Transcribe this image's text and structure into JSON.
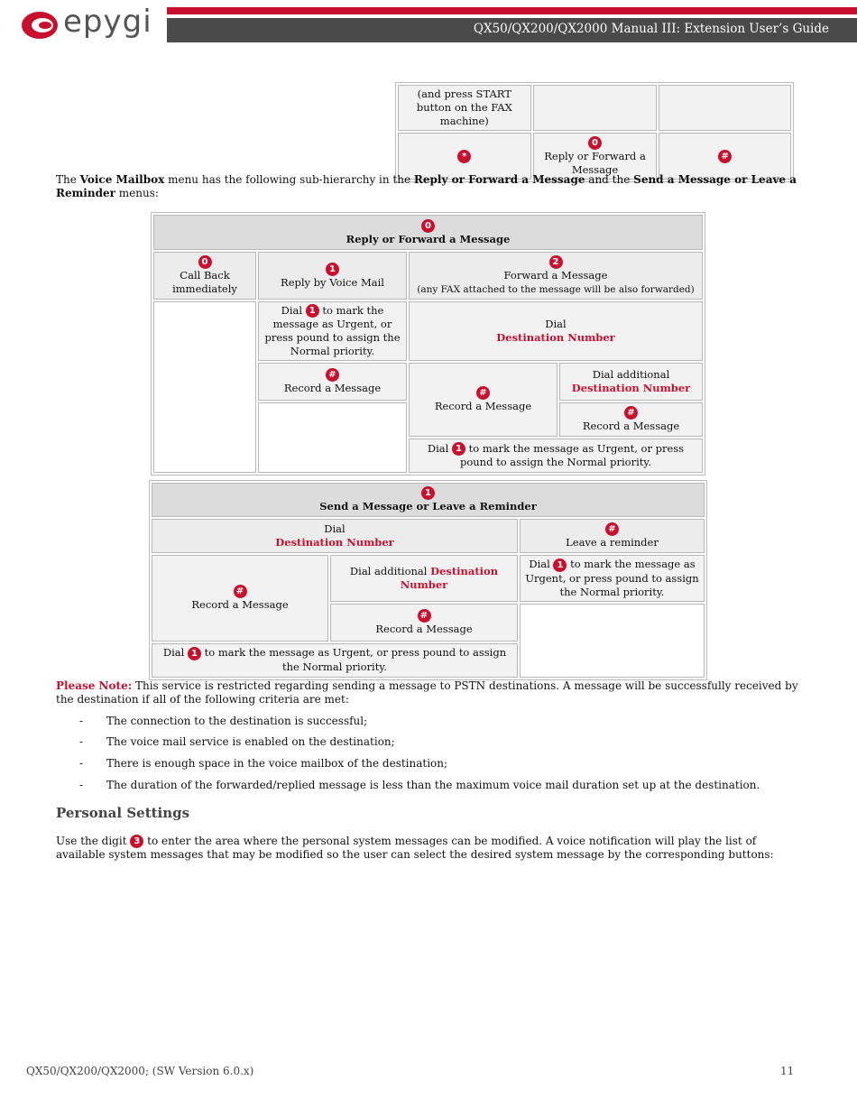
{
  "header": {
    "logo_text": "epygi",
    "title": "QX50/QX200/QX2000 Manual III: Extension User’s Guide"
  },
  "top_table": {
    "row1_col1": "(and press START button on the FAX machine)",
    "row2_col1_key": "*",
    "row2_col2_key": "0",
    "row2_col2_text": "Reply or Forward a Message",
    "row2_col3_key": "#"
  },
  "intro": {
    "p1": "The ",
    "b1": "Voice Mailbox",
    "p2": " menu has the following sub-hierarchy in the ",
    "b2": "Reply or Forward a Message",
    "p3": " and the ",
    "b3": "Send a Message or Leave a Reminder",
    "p4": " menus:"
  },
  "table1": {
    "header_key": "0",
    "header": "Reply or Forward a Message",
    "col1_key": "0",
    "col1": "Call Back immediately",
    "col2_key": "1",
    "col2": "Reply by Voice Mail",
    "col3_key": "2",
    "col3": "Forward a Message",
    "col3_sub": "(any FAX attached to the message will be also forwarded)",
    "urgent_pre": "Dial",
    "urgent_key": "1",
    "urgent_post": "to mark the message as Urgent, or press pound to assign the Normal priority.",
    "dial": "Dial",
    "dest": "Destination Number",
    "rec_key": "#",
    "record": "Record a Message",
    "dial_additional": "Dial additional",
    "dest2": "Destination Number",
    "rec2_key": "#",
    "record2": "Record a Message",
    "rec3_key": "#",
    "record3": "Record a Message",
    "urgent2_pre": "Dial",
    "urgent2_key": "1",
    "urgent2_post": "to mark the message as Urgent, or press pound to assign the Normal priority."
  },
  "table2": {
    "header_key": "1",
    "header": "Send a Message or Leave a Reminder",
    "dial": "Dial",
    "dest": "Destination Number",
    "reminder_key": "#",
    "reminder": "Leave a reminder",
    "rec_key": "#",
    "record": "Record a Message",
    "dial_additional": "Dial additional ",
    "dest2": "Destination Number",
    "urgent_pre": "Dial",
    "urgent_key": "1",
    "urgent_post": "to mark the message as Urgent, or press pound to assign the Normal priority.",
    "rec2_key": "#",
    "record2": "Record a Message",
    "urgent2_pre": "Dial",
    "urgent2_key": "1",
    "urgent2_post": "to mark the message as Urgent, or press pound to assign the Normal priority."
  },
  "note": {
    "label": "Please Note:",
    "text": " This service is restricted regarding sending a message to PSTN destinations. A message will be successfully received by the destination if all of the following criteria are met:"
  },
  "bullets": [
    "The connection to the destination is successful;",
    "The voice mail service is enabled on the destination;",
    "There is enough space in the voice mailbox of the destination;",
    "The duration of the forwarded/replied message is less than the maximum voice mail duration set up at the destination."
  ],
  "bullet_dash": "-",
  "personal": {
    "heading": "Personal Settings",
    "pre": "Use the digit ",
    "key": "3",
    "post": " to enter the area where the personal system messages can be modified. A voice notification will play the list of available system messages that may be modified so the user can select the desired system message by the corresponding buttons:"
  },
  "footer": {
    "left": "QX50/QX200/QX2000; (SW Version 6.0.x)",
    "page": "11"
  },
  "colors": {
    "accent_red": "#c8102e",
    "header_grey": "#4a4a4a"
  }
}
